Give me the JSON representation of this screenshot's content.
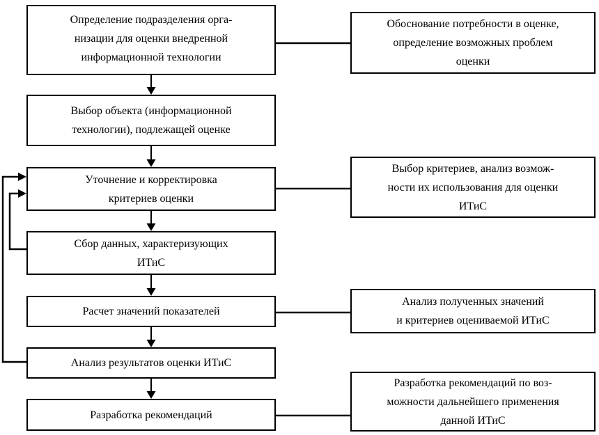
{
  "colors": {
    "border": "#000000",
    "background": "#ffffff",
    "text": "#000000"
  },
  "flow": {
    "steps": [
      {
        "text": "Определение подразделения орга-\nнизации для оценки внедренной\nинформационной технологии"
      },
      {
        "text": "Выбор объекта (информационной\nтехнологии), подлежащей оценке"
      },
      {
        "text": "Уточнение и корректировка\nкритериев оценки"
      },
      {
        "text": "Сбор данных, характеризующих\nИТиС"
      },
      {
        "text": "Расчет значений показателей"
      },
      {
        "text": "Анализ результатов оценки ИТиС"
      },
      {
        "text": "Разработка рекомендаций"
      }
    ],
    "annotations": [
      {
        "text": "Обоснование потребности в оценке,\nопределение возможных проблем\nоценки",
        "linked_step": 1
      },
      {
        "text": "Выбор критериев, анализ возмож-\nности их использования для оценки\nИТиС",
        "linked_step": 3
      },
      {
        "text": "Анализ полученных значений\nи критериев оцениваемой ИТиС",
        "linked_step": 5
      },
      {
        "text": "Разработка рекомендаций по воз-\nможности дальнейшего применения\nданной ИТиС",
        "linked_step": 7
      }
    ],
    "feedback_loops": [
      {
        "from_step": 4,
        "to_step": 3
      },
      {
        "from_step": 6,
        "to_step": 3
      }
    ]
  }
}
